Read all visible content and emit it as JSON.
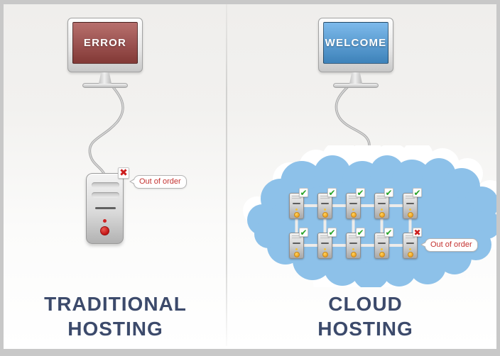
{
  "left_panel": {
    "monitor_text": "ERROR",
    "status_label": "Out of order",
    "title_line1": "TRADITIONAL",
    "title_line2": "HOSTING"
  },
  "right_panel": {
    "monitor_text": "WELCOME",
    "status_label": "Out of order",
    "title_line1": "CLOUD",
    "title_line2": "HOSTING"
  },
  "icons": {
    "check_icon": "✔",
    "cross_icon": "✖"
  },
  "colors": {
    "error_screen": "#a34744",
    "welcome_screen": "#4b9fe3",
    "cloud_blue": "#8dc1e9",
    "check_green": "#28a228",
    "cross_red": "#cc1d1d",
    "title_navy": "#3c4a6b",
    "label_red": "#c43230"
  },
  "cloud_servers": {
    "rows": [
      [
        "ok",
        "ok",
        "ok",
        "ok",
        "ok"
      ],
      [
        "ok",
        "ok",
        "ok",
        "ok",
        "error"
      ]
    ]
  }
}
